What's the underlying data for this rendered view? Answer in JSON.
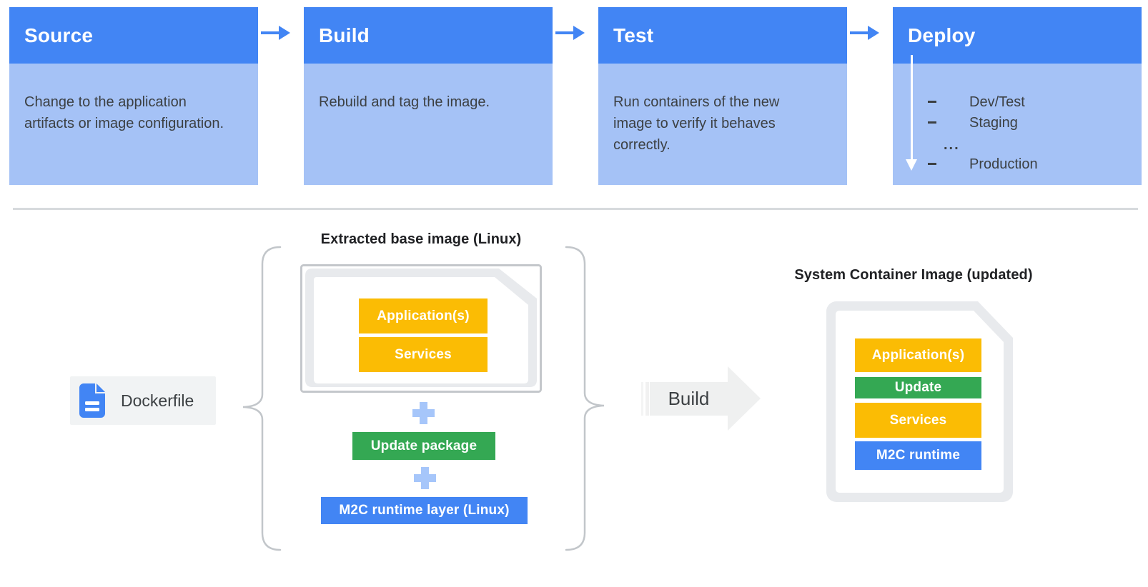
{
  "pipeline": {
    "stages": [
      {
        "title": "Source",
        "description": "Change to the application artifacts or image configuration."
      },
      {
        "title": "Build",
        "description": "Rebuild and tag the image."
      },
      {
        "title": "Test",
        "description": "Run containers of the new image to verify it behaves correctly."
      },
      {
        "title": "Deploy",
        "items": [
          {
            "bullet": "-",
            "label": "Dev/Test"
          },
          {
            "bullet": "-",
            "label": "Staging"
          },
          {
            "bullet": "",
            "label": "..."
          },
          {
            "bullet": "-",
            "label": "Production"
          }
        ]
      }
    ]
  },
  "build_section": {
    "extracted_base_title": "Extracted base image (Linux)",
    "dockerfile_label": "Dockerfile",
    "base_image_layers": [
      {
        "label": "Application(s)",
        "color": "#FBBC04"
      },
      {
        "label": "Services",
        "color": "#FBBC04"
      }
    ],
    "plus_sign": "+",
    "update_package_label": "Update package",
    "runtime_layer_label": "M2C runtime layer (Linux)",
    "build_arrow_label": "Build",
    "result_title": "System Container Image (updated)",
    "result_layers": [
      {
        "label": "Application(s)",
        "color": "#FBBC04"
      },
      {
        "label": "Update",
        "color": "#34A853"
      },
      {
        "label": "Services",
        "color": "#FBBC04"
      },
      {
        "label": "M2C runtime",
        "color": "#4285F4"
      }
    ]
  },
  "colors": {
    "stage_header_blue": "#4285F4",
    "stage_body_blue": "#A5C2F6",
    "flow_arrow_blue": "#4285F4",
    "yellow": "#FBBC04",
    "green": "#34A853",
    "blue": "#4285F4",
    "plus_light_blue": "#A6C6FA",
    "document_gray": "#E8EAED",
    "build_arrow_gray": "#EFF0F0",
    "dark_text": "#3C4043"
  }
}
